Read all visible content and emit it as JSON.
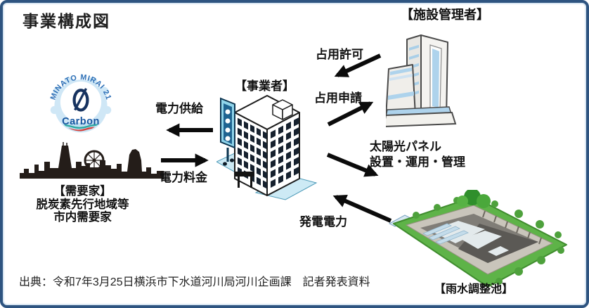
{
  "frame": {
    "title": "事業構成図",
    "source": "出典：令和7年3月25日横浜市下水道河川局河川企画課　記者発表資料"
  },
  "nodes": {
    "operator": {
      "label": "【事業者】"
    },
    "facility_manager": {
      "label": "【施設管理者】"
    },
    "consumers": {
      "label": "【需要家】",
      "sub1": "脱炭素先行地域等",
      "sub2": "市内需要家"
    },
    "pond": {
      "label": "【雨水調整池】"
    }
  },
  "logo": {
    "arc_text": "MINATO MIRAI 21",
    "word": "Carbon"
  },
  "flows": {
    "permit": {
      "label": "占用許可",
      "from": "施設管理者",
      "to": "事業者"
    },
    "application": {
      "label": "占用申請",
      "from": "事業者",
      "to": "施設管理者"
    },
    "power_supply": {
      "label": "電力供給",
      "from": "事業者",
      "to": "需要家"
    },
    "power_fee": {
      "label": "電力料金",
      "from": "需要家",
      "to": "事業者"
    },
    "panel_ops": {
      "label": "太陽光パネル\n設置・運用・管理",
      "from": "事業者",
      "to": "雨水調整池"
    },
    "generated_power": {
      "label": "発電電力",
      "from": "雨水調整池",
      "to": "事業者"
    }
  },
  "colors": {
    "border": "#2e5480",
    "arrow": "#0b0b0b",
    "silhouette": "#241d19",
    "pond_green": "#5eb348",
    "logo_blue": "#2a6db5",
    "logo_navy": "#16325f",
    "window_blue": "#a6cce7"
  }
}
